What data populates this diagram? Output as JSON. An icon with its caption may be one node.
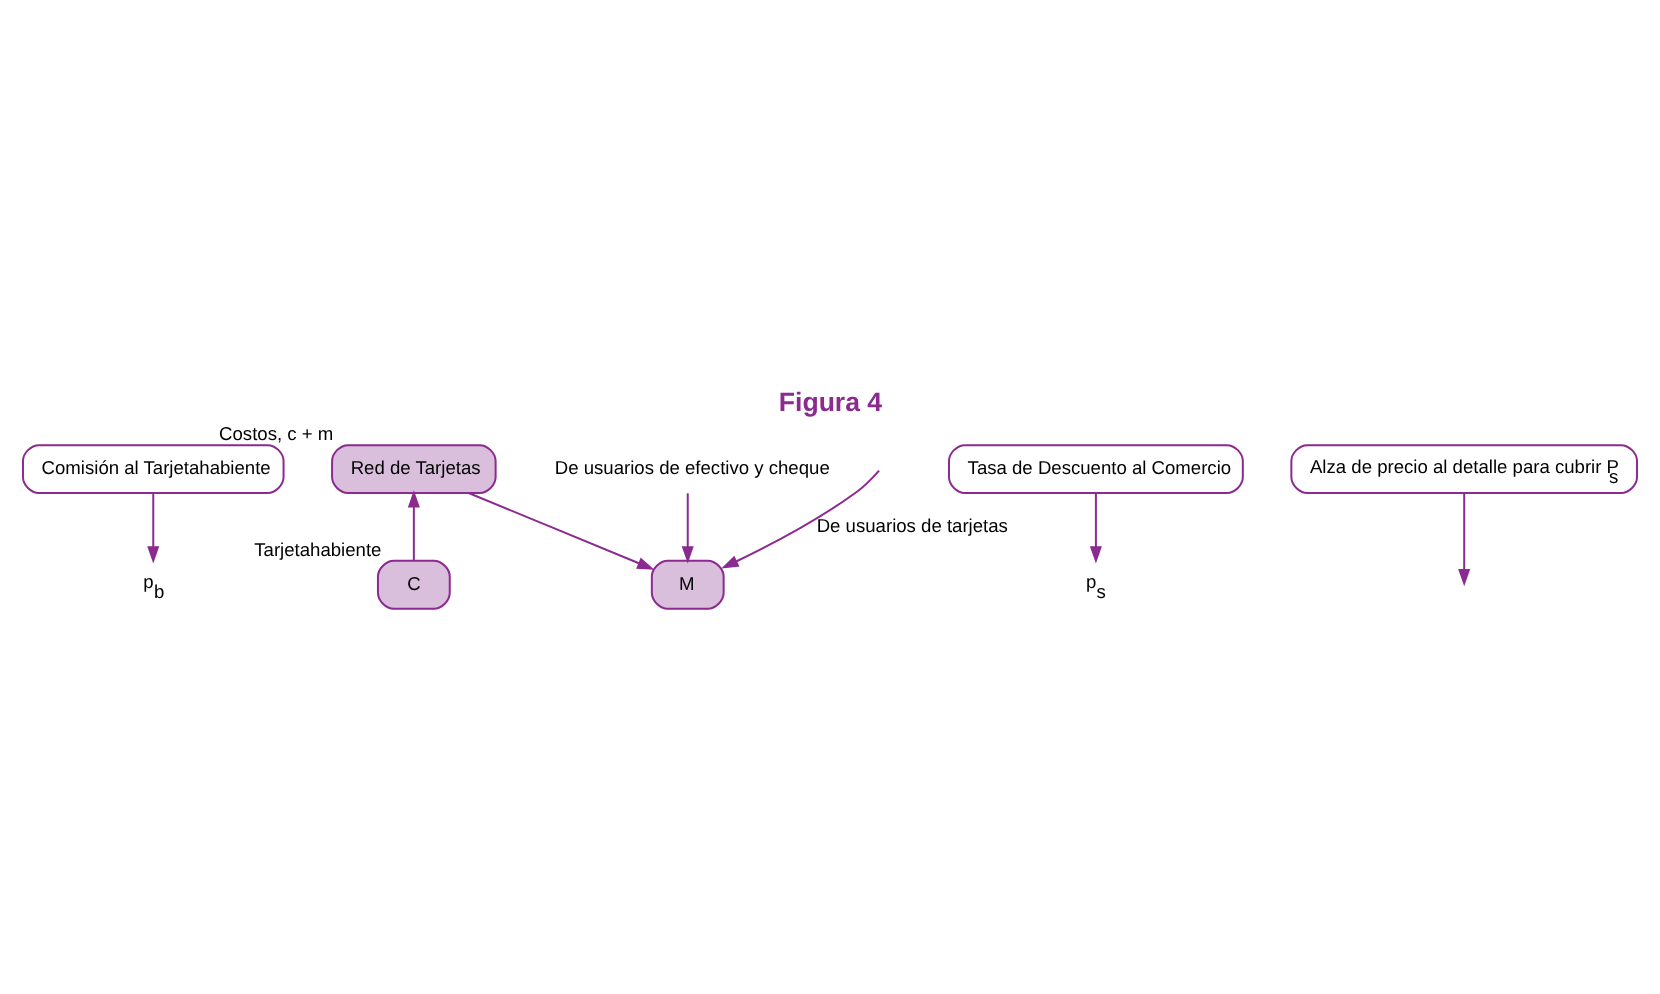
{
  "diagram": {
    "title": "Figura 4",
    "nodes": [
      {
        "text": [
          "Comisión al Tarjetahabiente"
        ]
      },
      {
        "text": [
          "Red de Tarjetas"
        ],
        "beside": [
          "Costos, c + m"
        ]
      },
      {
        "text": [
          "Tasa de Descuento al Comercio"
        ]
      },
      {
        "text": [
          "p$_{b}$"
        ]
      },
      {
        "text": [
          "p$_{s}$"
        ]
      },
      {
        "text": [
          "C"
        ],
        "beside": [
          "Tarjetahabiente"
        ]
      },
      {
        "text": [
          "M"
        ]
      },
      {
        "text": [
          "De usuarios de efectivo y cheque"
        ]
      },
      {
        "text": [
          "Alza de precio al detalle para cubrir P$_{s}$"
        ]
      }
    ],
    "edges": [
      {
        "from": 0,
        "to": 3,
        "arrow": "to"
      },
      {
        "from": 2,
        "to": 4,
        "arrow": "to"
      },
      {
        "from": 5,
        "to": 1,
        "arrow": "to"
      },
      {
        "from": 1,
        "to": 6,
        "arrow": "to"
      },
      {
        "from": null,
        "to": 6,
        "arrow": "to",
        "label": "De usuarios de tarjetas"
      },
      {
        "from": 7,
        "to": 6,
        "arrow": "to"
      },
      {
        "from": 8,
        "to": null,
        "arrow": "to"
      }
    ]
  }
}
